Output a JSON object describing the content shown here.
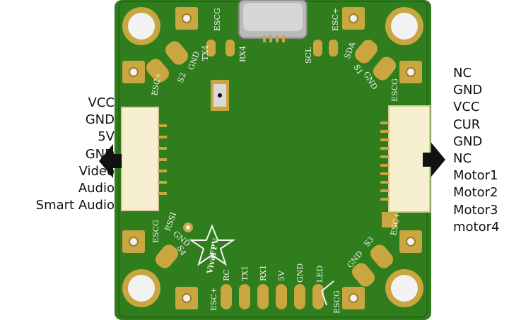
{
  "left_pins": [
    "VCC",
    "GND",
    "5V",
    "GND",
    "Video",
    "Audio",
    "Smart Audio"
  ],
  "right_pins": [
    "NC",
    "GND",
    "VCC",
    "CUR",
    "GND",
    "NC",
    "Motor1",
    "Motor2",
    "Motor3",
    "motor4"
  ],
  "silkscreen": {
    "esc_top": "ESCG",
    "esc_plus_top": "ESC+",
    "tx4": "TX4",
    "gnd_top": "GND",
    "s2": "S2",
    "rx4": "RX4",
    "scl": "SCL",
    "sda": "SDA",
    "s1": "S1",
    "gnd_right": "GND",
    "escg_right": "ESCG",
    "esc_plus_left": "ESC+",
    "escg_left_bottom": "ESCG",
    "rssi": "RSSI",
    "gnd_bl": "GND",
    "s4": "S4",
    "brand": "VivaFPV",
    "esc_plus_bottom": "ESC+",
    "rc": "RC",
    "tx1": "TX1",
    "rx1": "RX1",
    "v5": "5V",
    "gnd_bottom": "GND",
    "led": "LED",
    "escg_bottom": "ESCG",
    "gnd_br": "GND",
    "s3": "S3",
    "esc_plus_right": "ESC+"
  },
  "colors": {
    "board": "#2f7d1c",
    "board_dark": "#1f5e12",
    "gold": "#c9a640",
    "silk": "#f4f4f4",
    "arrow": "#111111"
  }
}
